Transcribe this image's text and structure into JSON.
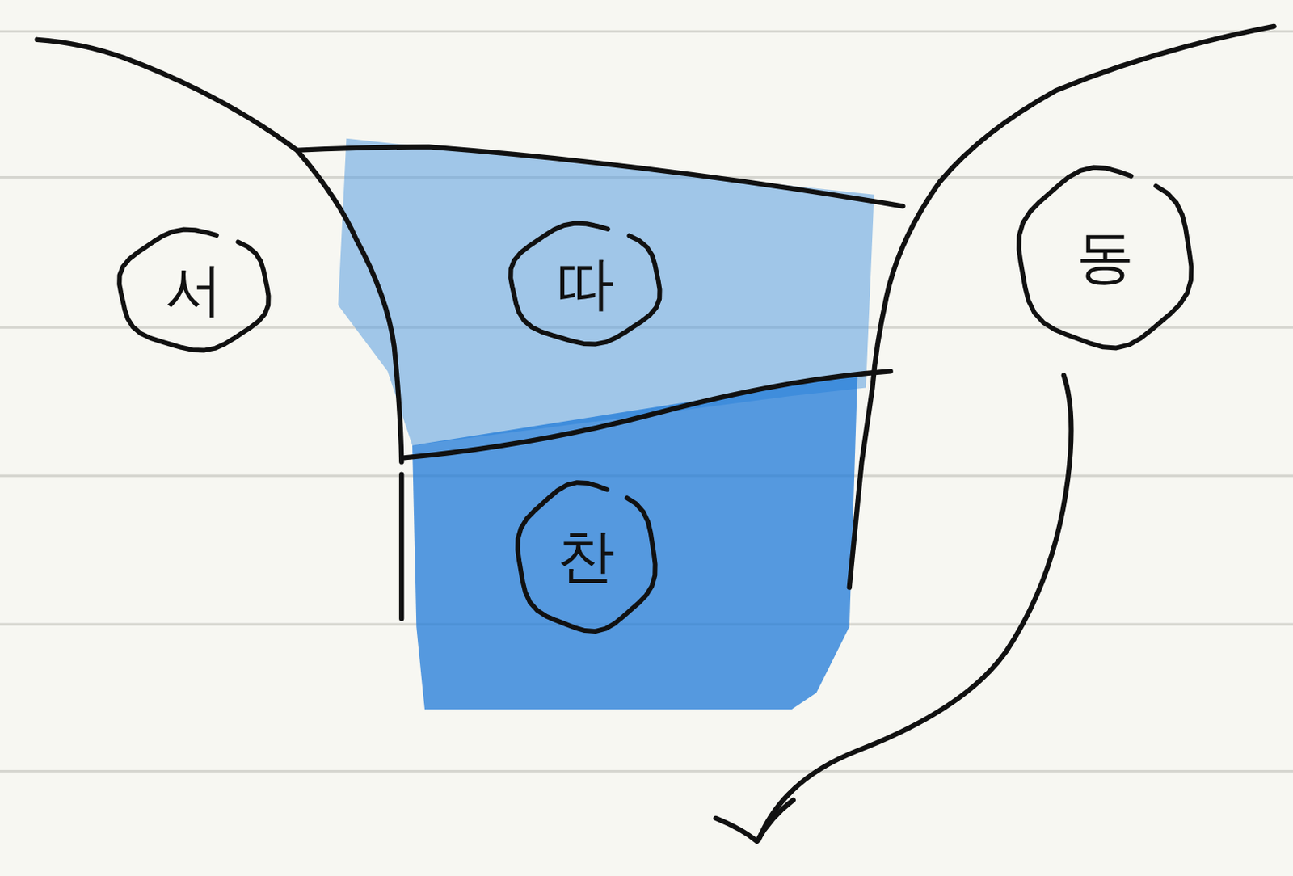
{
  "diagram": {
    "nodes": [
      {
        "text": [
          "서"
        ]
      },
      {
        "text": [
          "따"
        ]
      },
      {
        "text": [
          "동"
        ]
      },
      {
        "text": [
          "찬"
        ]
      }
    ]
  }
}
